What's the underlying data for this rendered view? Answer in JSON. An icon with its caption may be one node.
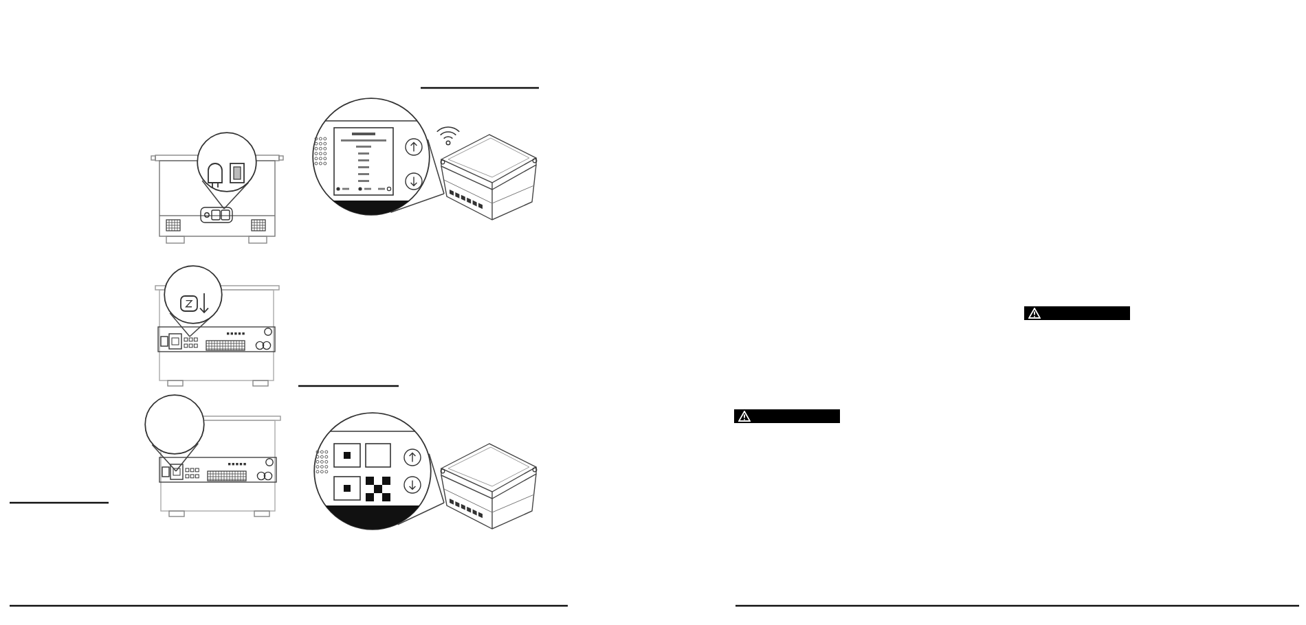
{
  "diagram": {
    "nodes": [
      {
        "text": [],
        "shape": "circle"
      },
      {
        "text": [],
        "shape": "circle"
      },
      {
        "text": [],
        "shape": "circle"
      },
      {
        "text": [],
        "shape": "circle"
      },
      {
        "text": [],
        "shape": "circle"
      }
    ],
    "edges": [
      {
        "from": 0,
        "to": null,
        "arrow": "none"
      },
      {
        "from": 0,
        "to": null,
        "arrow": "none"
      },
      {
        "from": 1,
        "to": null,
        "arrow": "none"
      },
      {
        "from": 1,
        "to": null,
        "arrow": "none"
      },
      {
        "from": 2,
        "to": null,
        "arrow": "none"
      },
      {
        "from": 2,
        "to": null,
        "arrow": "none"
      },
      {
        "from": 3,
        "to": null,
        "arrow": "none"
      },
      {
        "from": 3,
        "to": null,
        "arrow": "none"
      },
      {
        "from": 4,
        "to": null,
        "arrow": "none"
      },
      {
        "from": 4,
        "to": null,
        "arrow": "none"
      }
    ]
  }
}
